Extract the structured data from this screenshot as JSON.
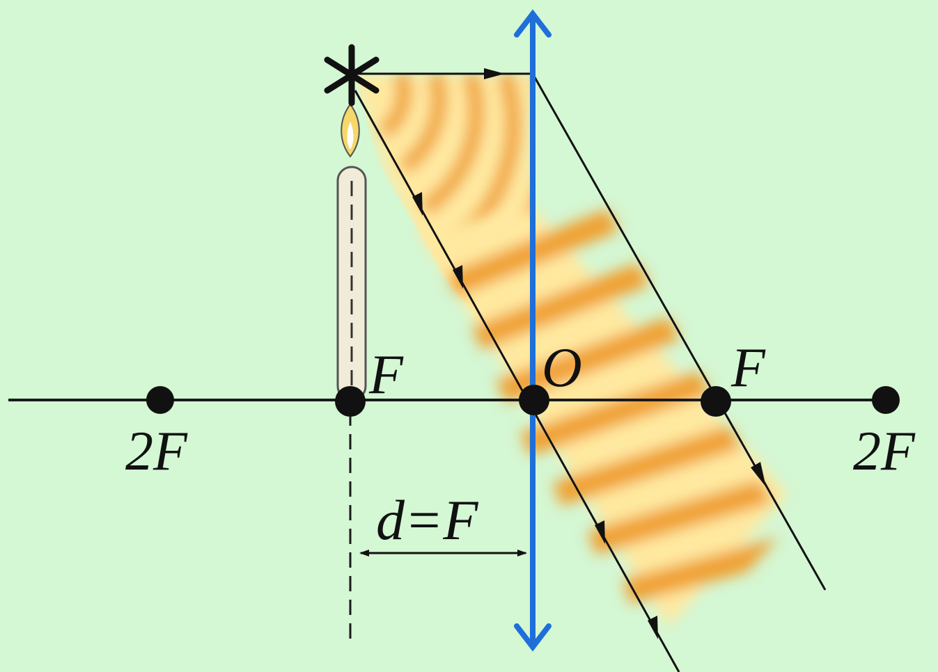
{
  "diagram": {
    "background_color": "#d4f7d4",
    "axis_color": "#1a1a1a",
    "lens_color": "#1e6fd9",
    "beam_color": "#f0a030",
    "beam_light_color": "#ffe9a0",
    "labels": {
      "left_2f": "2F",
      "left_f": "F",
      "center_o": "O",
      "right_f": "F",
      "right_2f": "2F",
      "distance": "d=F"
    },
    "icons": {
      "light_source": "asterisk-star-icon",
      "candle": "candle-icon"
    }
  }
}
